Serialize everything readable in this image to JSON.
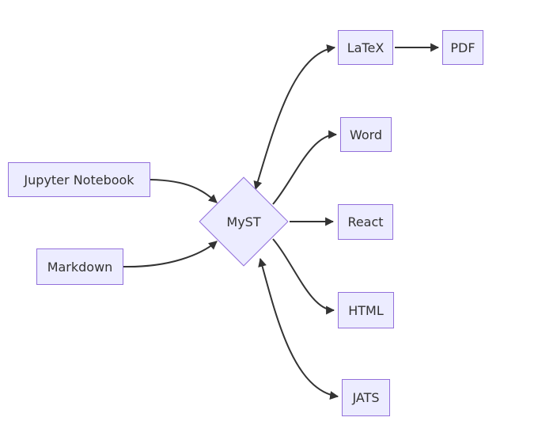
{
  "diagram": {
    "title": "MyST document conversion flowchart",
    "background_color": "#ffffff",
    "node_fill_color": "#ECECFF",
    "node_border_color": "#9370DB",
    "text_color": "#333333",
    "edge_color": "#333333",
    "nodes": {
      "jupyter": {
        "label": "Jupyter Notebook",
        "shape": "rectangle"
      },
      "markdown": {
        "label": "Markdown",
        "shape": "rectangle"
      },
      "myst": {
        "label": "MyST",
        "shape": "diamond"
      },
      "latex": {
        "label": "LaTeX",
        "shape": "rectangle"
      },
      "pdf": {
        "label": "PDF",
        "shape": "rectangle"
      },
      "word": {
        "label": "Word",
        "shape": "rectangle"
      },
      "react": {
        "label": "React",
        "shape": "rectangle"
      },
      "html": {
        "label": "HTML",
        "shape": "rectangle"
      },
      "jats": {
        "label": "JATS",
        "shape": "rectangle"
      }
    },
    "edges": [
      {
        "from": "Jupyter Notebook",
        "to": "MyST",
        "direction": "forward"
      },
      {
        "from": "Markdown",
        "to": "MyST",
        "direction": "forward"
      },
      {
        "from": "MyST",
        "to": "LaTeX",
        "direction": "bidirectional"
      },
      {
        "from": "LaTeX",
        "to": "PDF",
        "direction": "forward"
      },
      {
        "from": "MyST",
        "to": "Word",
        "direction": "forward"
      },
      {
        "from": "MyST",
        "to": "React",
        "direction": "forward"
      },
      {
        "from": "MyST",
        "to": "HTML",
        "direction": "forward"
      },
      {
        "from": "MyST",
        "to": "JATS",
        "direction": "bidirectional"
      }
    ]
  }
}
